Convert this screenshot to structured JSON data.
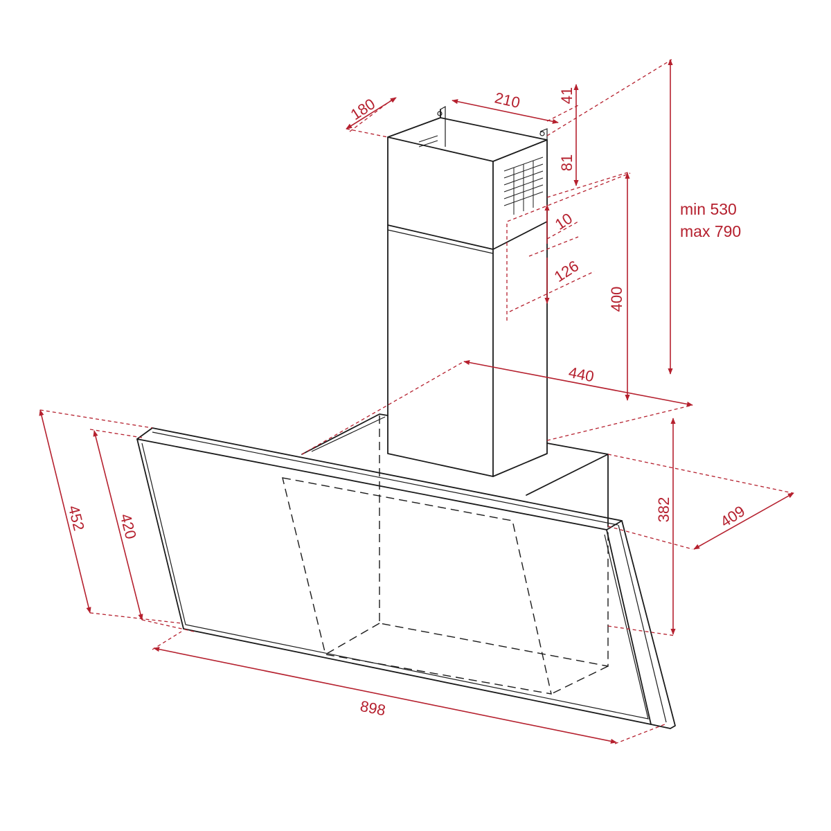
{
  "colors": {
    "dimension": "#b5202e",
    "object": "#1a1a1a",
    "background": "#ffffff"
  },
  "dimensions": {
    "chimney_depth": "180",
    "chimney_width": "210",
    "top_offset": "41",
    "vent_height": "81",
    "vent_gap": "10",
    "outlet_offset": "126",
    "lower_chimney_height": "400",
    "chimney_total_height": "min 530",
    "chimney_total_height_max": "max 790",
    "mount_width": "440",
    "body_height": "382",
    "hood_depth": "409",
    "glass_height_outer": "452",
    "glass_height_inner": "420",
    "hood_width": "898"
  }
}
